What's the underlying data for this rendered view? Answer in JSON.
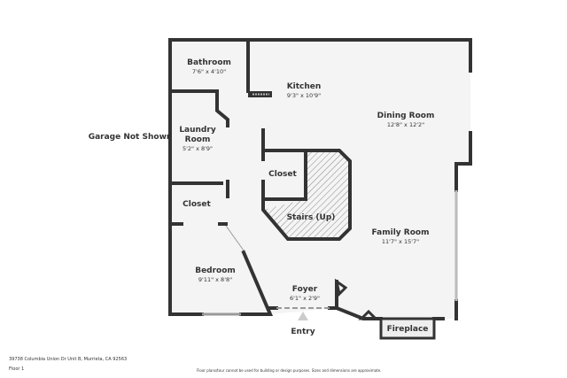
{
  "plan": {
    "rooms": [
      {
        "name": "Bathroom",
        "dims": "7'6\" x 4'10\""
      },
      {
        "name": "Kitchen",
        "dims": "9'3\" x 10'9\""
      },
      {
        "name": "Dining Room",
        "dims": "12'8\" x 12'2\""
      },
      {
        "name": "Laundry",
        "name2": "Room",
        "dims": "5'2\" x 8'9\""
      },
      {
        "name": "Closet"
      },
      {
        "name": "Closet"
      },
      {
        "name": "Stairs (Up)"
      },
      {
        "name": "Family Room",
        "dims": "11'7\" x 15'7\""
      },
      {
        "name": "Bedroom",
        "dims": "9'11\" x 8'8\""
      },
      {
        "name": "Foyer",
        "dims": "6'1\" x 2'9\""
      },
      {
        "name": "Fireplace"
      }
    ],
    "garage_note": "Garage Not Shown",
    "entry_label": "Entry"
  },
  "footer": {
    "address": "39738 Columbia Union Dr Unit B, Murrieta, CA 92563",
    "floor": "Floor 1",
    "disclaimer": "Floor plans/tour cannot be used for building or design purposes. Sizes and dimensions are approximate."
  },
  "colors": {
    "wall": "#333333",
    "floor": "#f4f4f4"
  }
}
